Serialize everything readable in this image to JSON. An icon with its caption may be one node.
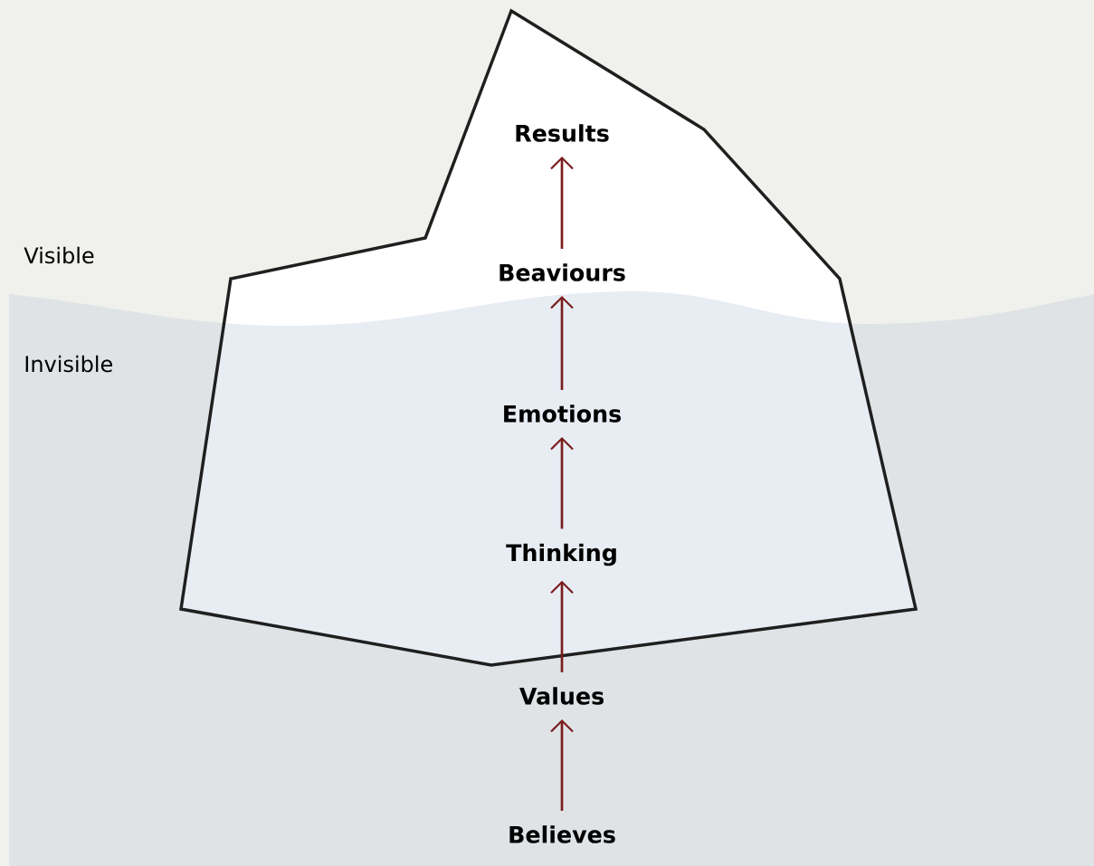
{
  "diagram": {
    "nodes": [
      {
        "text": [
          "Results"
        ]
      },
      {
        "text": [
          "Beaviours"
        ]
      },
      {
        "text": [
          "Emotions"
        ]
      },
      {
        "text": [
          "Thinking"
        ]
      },
      {
        "text": [
          "Values"
        ]
      },
      {
        "text": [
          "Believes"
        ]
      }
    ],
    "edges": [
      {
        "from": 5,
        "to": 4,
        "arrow": "to"
      },
      {
        "from": 4,
        "to": 3,
        "arrow": "to"
      },
      {
        "from": 3,
        "to": 2,
        "arrow": "to"
      },
      {
        "from": 2,
        "to": 1,
        "arrow": "to"
      },
      {
        "from": 1,
        "to": 0,
        "arrow": "to"
      }
    ],
    "labels": [
      "Visible",
      "Invisible"
    ]
  }
}
